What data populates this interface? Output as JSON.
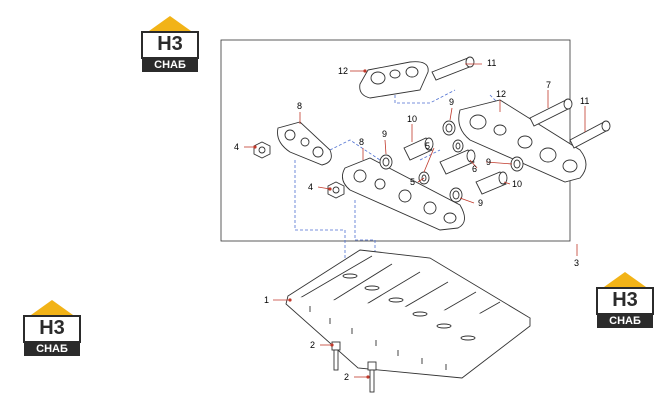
{
  "logo": {
    "mark": "H3",
    "text": "СНАБ",
    "colors": {
      "yellow": "#f2b317",
      "dark": "#2b2b2b",
      "light": "#ffffff"
    }
  },
  "callouts": [
    {
      "id": "c12a",
      "text": "12"
    },
    {
      "id": "c11a",
      "text": "11"
    },
    {
      "id": "c7",
      "text": "7"
    },
    {
      "id": "c12b",
      "text": "12"
    },
    {
      "id": "c11b",
      "text": "11"
    },
    {
      "id": "c8a",
      "text": "8"
    },
    {
      "id": "c9a",
      "text": "9"
    },
    {
      "id": "c10a",
      "text": "10"
    },
    {
      "id": "c4a",
      "text": "4"
    },
    {
      "id": "c8b",
      "text": "8"
    },
    {
      "id": "c9b",
      "text": "9"
    },
    {
      "id": "c5a",
      "text": "5"
    },
    {
      "id": "c6",
      "text": "6"
    },
    {
      "id": "c9c",
      "text": "9"
    },
    {
      "id": "c5b",
      "text": "5"
    },
    {
      "id": "c10b",
      "text": "10"
    },
    {
      "id": "c4b",
      "text": "4"
    },
    {
      "id": "c9d",
      "text": "9"
    },
    {
      "id": "c3",
      "text": "3"
    },
    {
      "id": "c1",
      "text": "1"
    },
    {
      "id": "c2a",
      "text": "2"
    },
    {
      "id": "c2b",
      "text": "2"
    }
  ],
  "leader_color": "#c0392b"
}
